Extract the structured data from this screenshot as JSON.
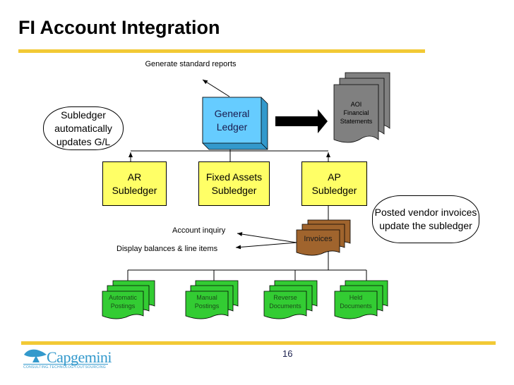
{
  "title": "FI Account Integration",
  "notes": {
    "generate_reports": "Generate standard reports",
    "subledger_updates": "Subledger automatically updates G/L",
    "posted_vendor": "Posted vendor invoices update the subledger",
    "account_inquiry": "Account inquiry",
    "display_balances": "Display balances & line items"
  },
  "general_ledger": {
    "label": "General Ledger"
  },
  "financial_statements": {
    "line1": "AOI",
    "line2": "Financial",
    "line3": "Statements"
  },
  "subledgers": [
    {
      "line1": "AR",
      "line2": "Subledger"
    },
    {
      "line1": "Fixed Assets",
      "line2": "Subledger"
    },
    {
      "line1": "AP",
      "line2": "Subledger"
    }
  ],
  "invoices": {
    "label": "Invoices"
  },
  "documents": [
    {
      "line1": "Automatic",
      "line2": "Postings"
    },
    {
      "line1": "Manual",
      "line2": "Postings"
    },
    {
      "line1": "Reverse",
      "line2": "Documents"
    },
    {
      "line1": "Held",
      "line2": "Documents"
    }
  ],
  "footer": {
    "logo_text": "Capgemini",
    "logo_tagline": "CONSULTING.TECHNOLOGY.OUTSOURCING",
    "page_number": "16"
  },
  "colors": {
    "accent_rule": "#f2c935",
    "ledger_blue": "#66ccff",
    "subledger_yellow": "#ffff66",
    "statement_gray": "#808080",
    "invoice_brown": "#a0642d",
    "document_green": "#33cc33",
    "logo_blue": "#3399cc"
  }
}
